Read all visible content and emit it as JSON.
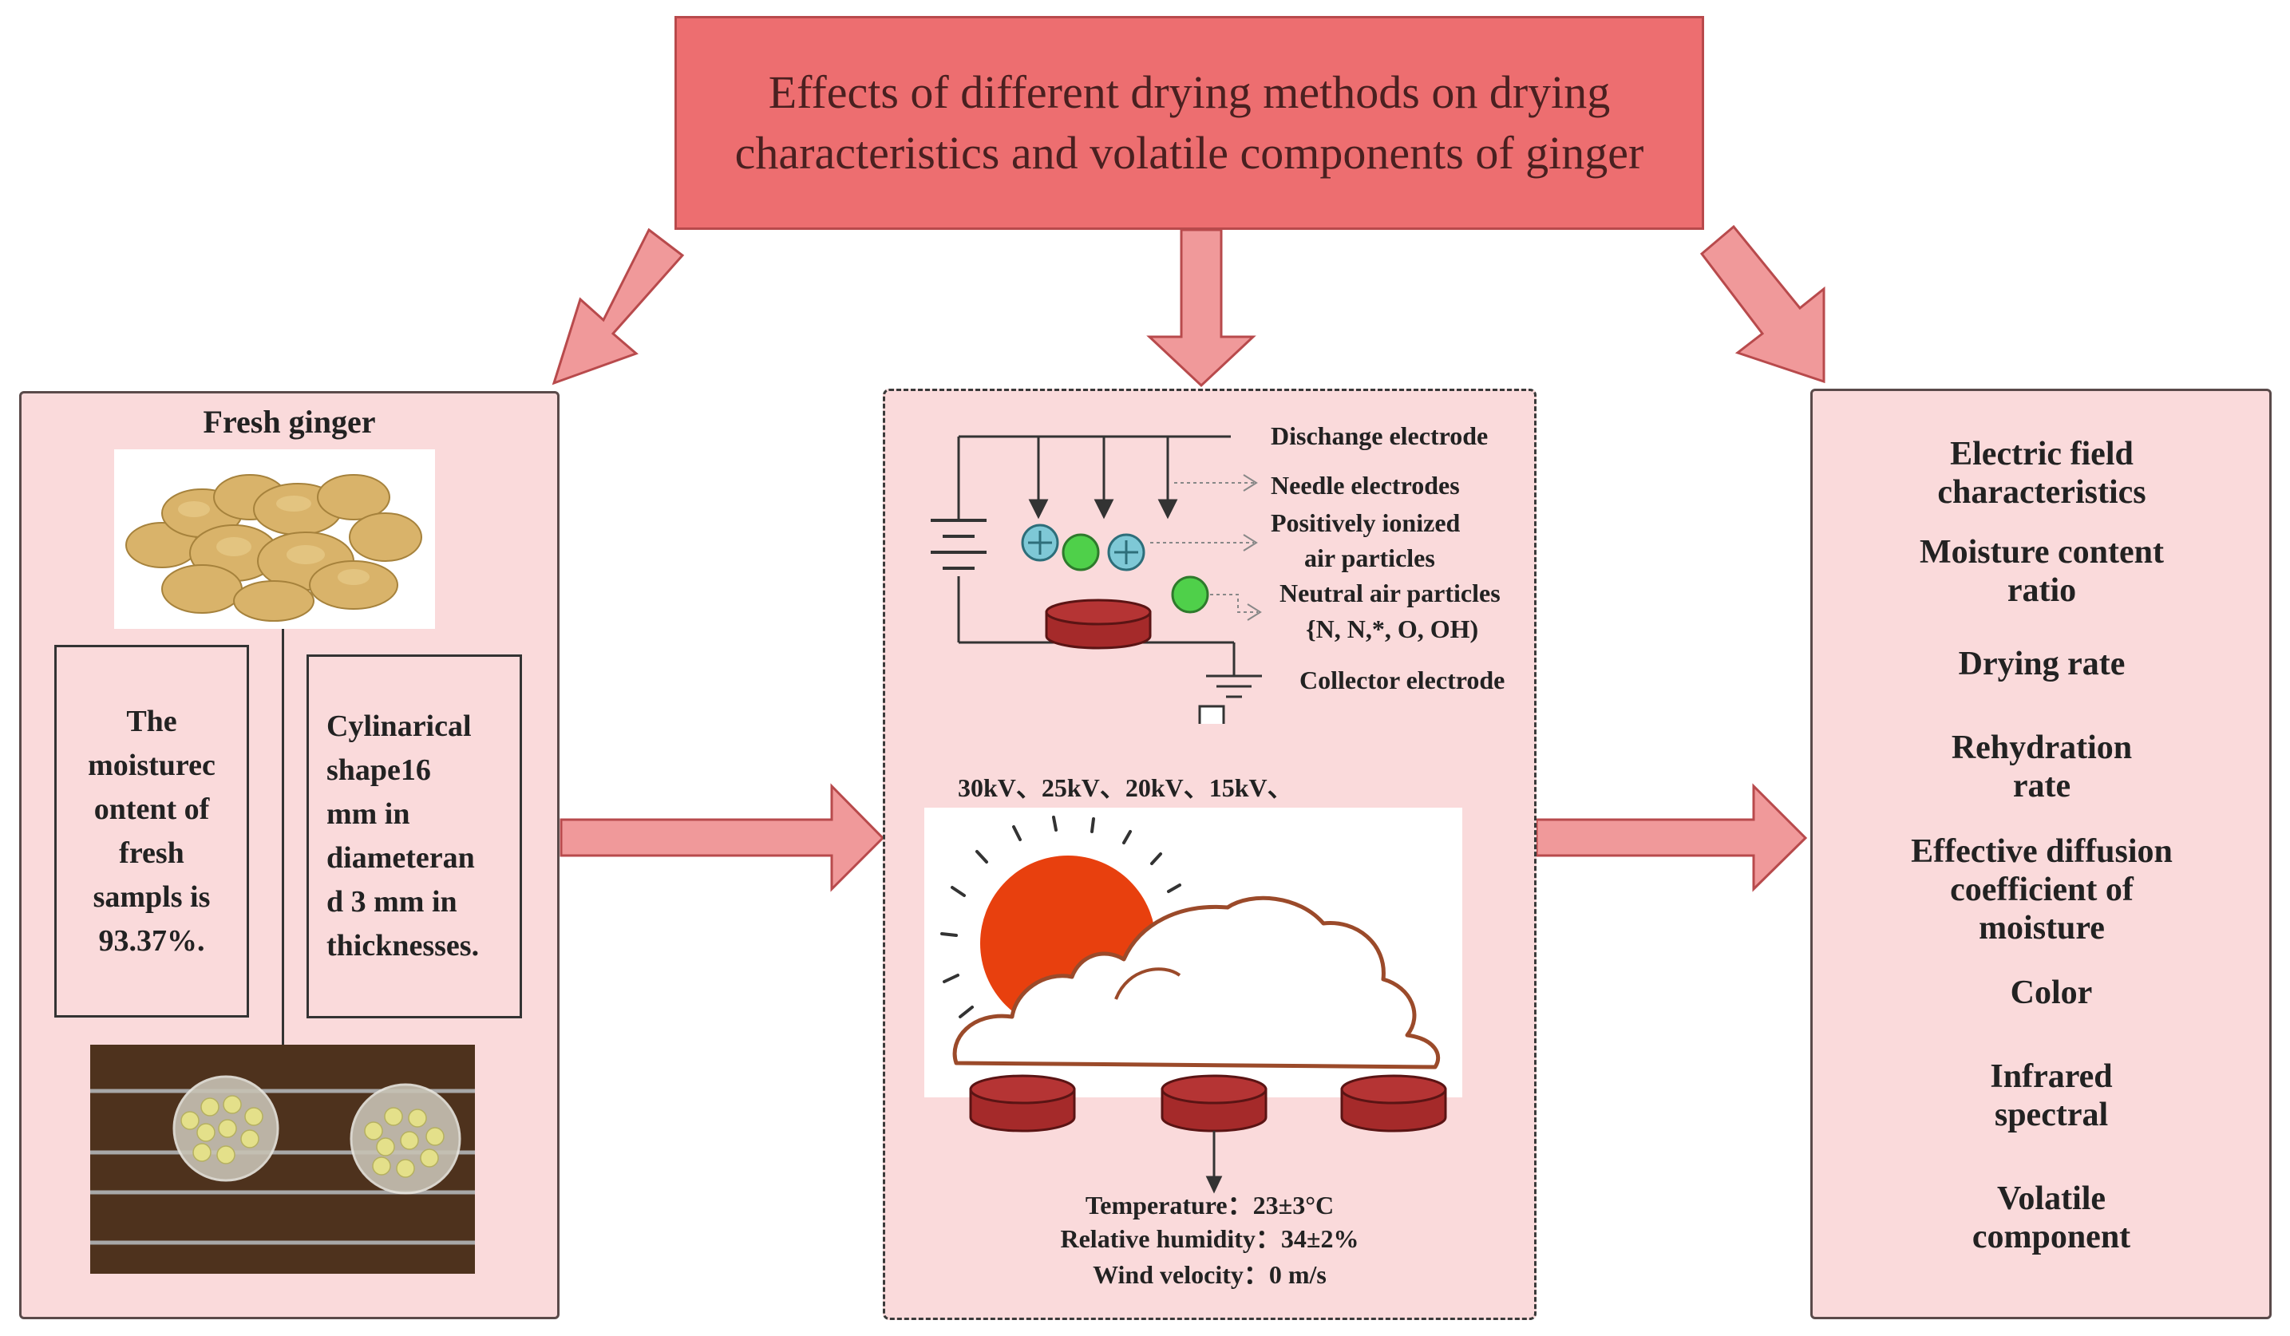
{
  "title": {
    "line1": "Effects of different drying methods on drying",
    "line2": "characteristics and volatile components of ginger"
  },
  "left": {
    "heading": "Fresh ginger",
    "box1": [
      "The",
      "moisturec",
      "ontent of",
      "fresh",
      "sampls is",
      "93.37%."
    ],
    "box2": [
      "Cylinarical",
      "shape16",
      "mm in",
      "diameteran",
      "d 3 mm in",
      "thicknesses."
    ]
  },
  "middle": {
    "discharge_label": "Dischange electrode",
    "needle_label": "Needle electrodes",
    "positive_label_1": "Positively ionized",
    "positive_label_2": "air particles",
    "neutral_label_1": "Neutral air particles",
    "neutral_label_2": "{N, N,*, O, OH)",
    "collector_label": "Collector electrode",
    "voltages": "30kV、25kV、20kV、15kV、",
    "temperature": "Temperature：23±3°C",
    "humidity": "Relative humidity：34±2%",
    "wind": "Wind velocity：0 m/s"
  },
  "right": {
    "items": [
      [
        "Electric field",
        "characteristics"
      ],
      [
        "Moisture content",
        "ratio"
      ],
      [
        "Drying rate"
      ],
      [
        "Rehydration",
        "rate"
      ],
      [
        "Effective diffusion",
        "coefficient of",
        "moisture"
      ],
      [
        "Color"
      ],
      [
        "Infrared",
        "spectral"
      ],
      [
        "Volatile",
        "component"
      ]
    ]
  },
  "colors": {
    "title_fill": "#ed6e70",
    "arrow_fill": "#f0999a",
    "panel_fill": "#fadadb",
    "electrode_red": "#a52a2a",
    "sun_orange": "#e8400e",
    "ion_blue": "#7ec8d6",
    "neutral_green": "#4fd04a"
  }
}
